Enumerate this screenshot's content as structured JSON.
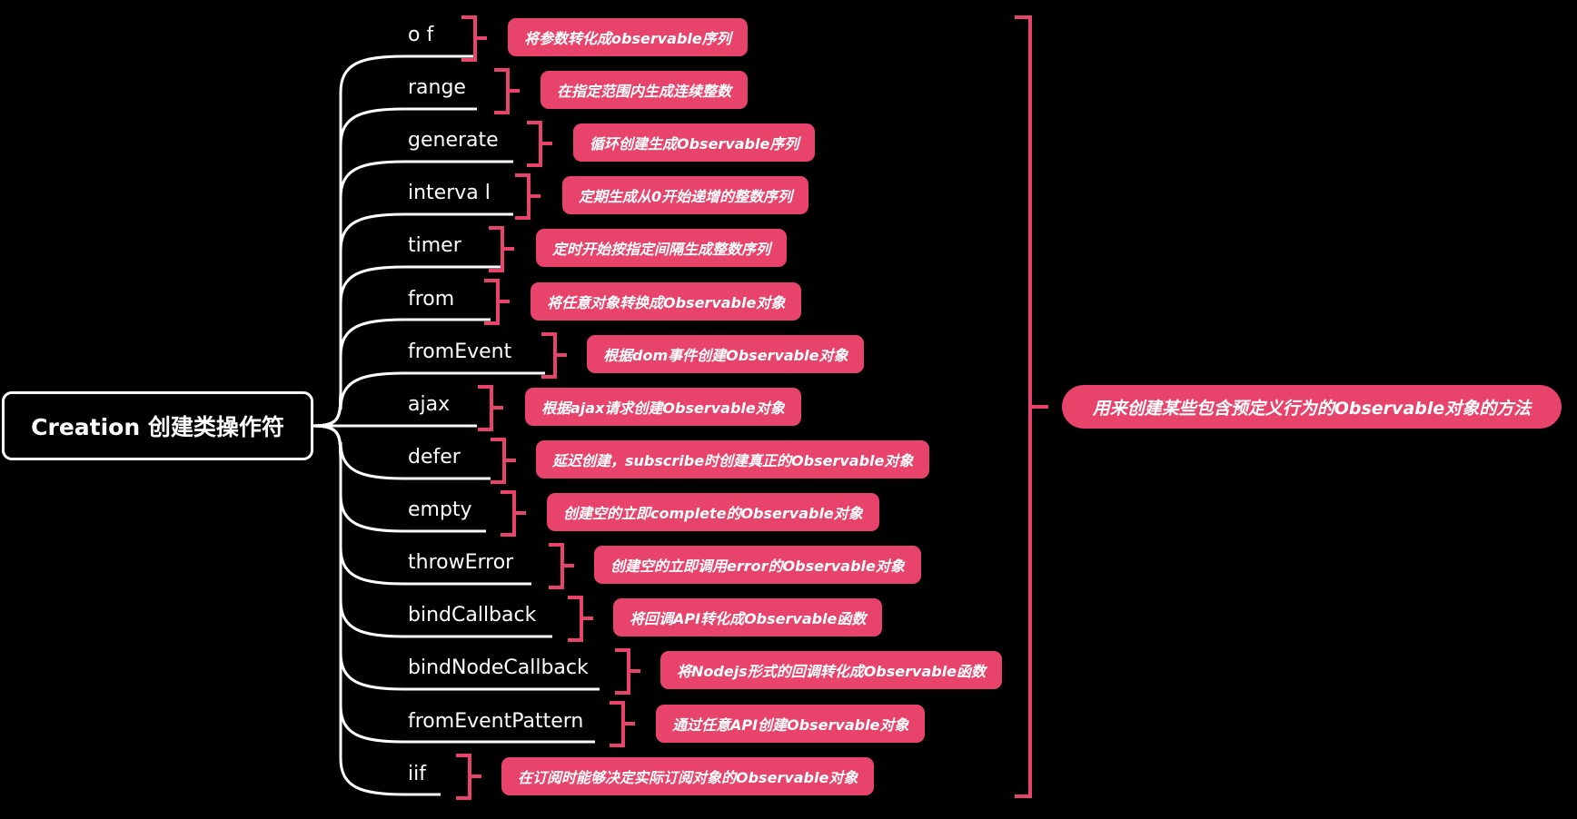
{
  "root": {
    "label": "Creation 创建类操作符"
  },
  "operators": [
    {
      "name": "o f",
      "desc": "将参数转化成observable序列"
    },
    {
      "name": "range",
      "desc": "在指定范围内生成连续整数"
    },
    {
      "name": "generate",
      "desc": "循环创建生成Observable序列"
    },
    {
      "name": "interva l",
      "desc": "定期生成从0开始递增的整数序列"
    },
    {
      "name": "timer",
      "desc": "定时开始按指定间隔生成整数序列"
    },
    {
      "name": "from",
      "desc": "将任意对象转换成Observable对象"
    },
    {
      "name": "fromEvent",
      "desc": "根据dom事件创建Observable对象"
    },
    {
      "name": "ajax",
      "desc": "根据ajax请求创建Observable对象"
    },
    {
      "name": "defer",
      "desc": "延迟创建，subscribe时创建真正的Observable对象"
    },
    {
      "name": "empty",
      "desc": "创建空的立即complete的Observable对象"
    },
    {
      "name": "throwError",
      "desc": "创建空的立即调用error的Observable对象"
    },
    {
      "name": "bindCallback",
      "desc": "将回调API转化成Observable函数"
    },
    {
      "name": "bindNodeCallback",
      "desc": "将Nodejs形式的回调转化成Observable函数"
    },
    {
      "name": "fromEventPattern",
      "desc": "通过任意API创建Observable对象"
    },
    {
      "name": "iif",
      "desc": "在订阅时能够决定实际订阅对象的Observable对象"
    }
  ],
  "summary": {
    "label": "用来创建某些包含预定义行为的Observable对象的方法"
  },
  "colors": {
    "background": "#000000",
    "line": "#ffffff",
    "accent": "#e8436b",
    "text": "#ffffff"
  }
}
